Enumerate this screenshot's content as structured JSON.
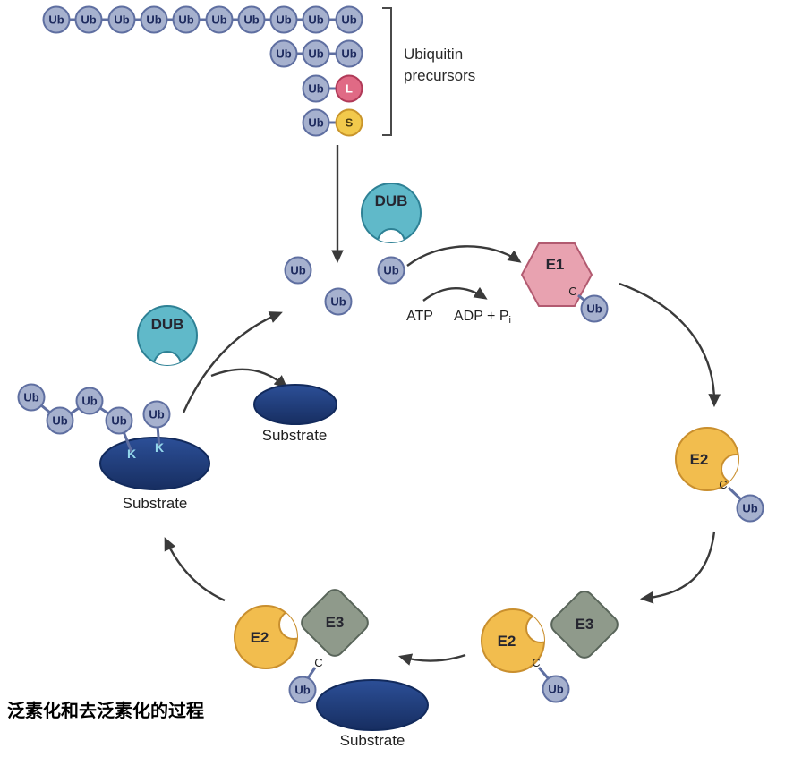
{
  "caption": "泛素化和去泛素化的过程",
  "labels": {
    "ub": "Ub",
    "dub": "DUB",
    "e1": "E1",
    "e2": "E2",
    "e3": "E3",
    "fusion_l": "L",
    "fusion_s": "S",
    "lysine": "K",
    "cysteine": "C",
    "atp": "ATP",
    "adp": "ADP + P",
    "adp_subscript": "i",
    "substrate": "Substrate",
    "bracket_label_line1": "Ubiquitin",
    "bracket_label_line2": "precursors"
  },
  "structure": {
    "precursor_chain_lengths": [
      10,
      3
    ],
    "precursor_fusions": [
      "Ub-L",
      "Ub-S"
    ],
    "cycle_enzymes": [
      "E1",
      "E2",
      "E3"
    ],
    "deubiquitinase_count": 2,
    "free_ubiquitin_pool_count": 3,
    "substrate_lysine_sites": 2
  },
  "colors": {
    "ubiquitin_fill": "#a6b1ce",
    "ubiquitin_stroke": "#5f6fa1",
    "dub_fill": "#60b9c9",
    "e1_fill": "#e8a2b0",
    "e2_fill": "#f2bd4e",
    "e3_fill": "#8f9a8b",
    "substrate_fill": "#1f3c7d",
    "fusion_l_fill": "#e06a85",
    "fusion_s_fill": "#f2c94c",
    "arrow": "#3a3a3a"
  }
}
